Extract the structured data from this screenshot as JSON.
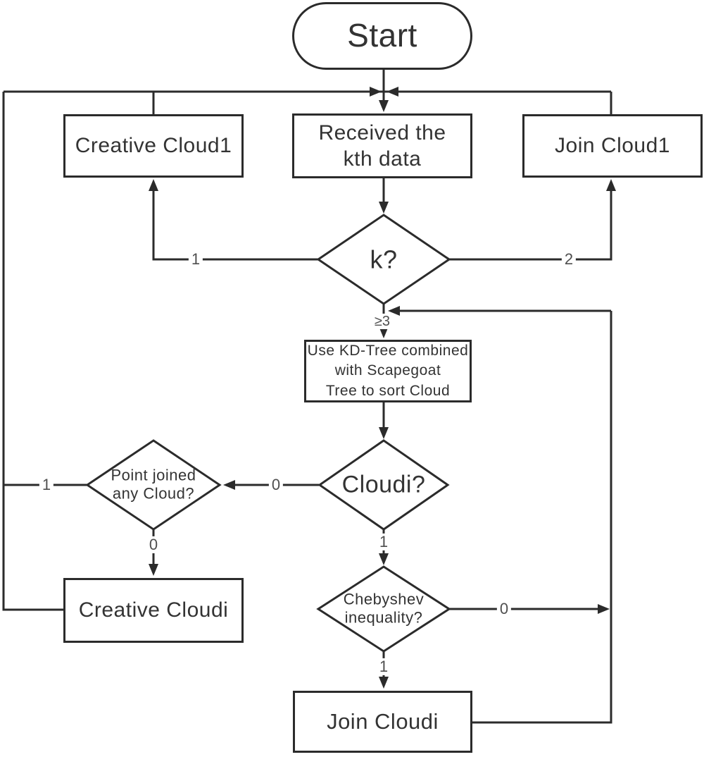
{
  "diagram": {
    "background": "#ffffff",
    "line_color": "#2b2b2b",
    "text_color": "#333333",
    "edge_label_color": "#4f4f4f",
    "nodes": {
      "start": {
        "type": "terminator",
        "label": "Start"
      },
      "creative_cloud1": {
        "type": "process",
        "label": "Creative Cloud1"
      },
      "received_kth": {
        "type": "process",
        "lines": [
          "Received the",
          "kth data"
        ]
      },
      "join_cloud1": {
        "type": "process",
        "label": "Join Cloud1"
      },
      "k_decision": {
        "type": "decision",
        "label": "k?"
      },
      "kd_tree": {
        "type": "process",
        "lines": [
          "Use KD-Tree combined",
          "with Scapegoat",
          "Tree to sort Cloud"
        ]
      },
      "cloudi_decision": {
        "type": "decision",
        "label": "Cloudi?"
      },
      "point_joined": {
        "type": "decision",
        "lines": [
          "Point joined",
          "any Cloud?"
        ]
      },
      "creative_cloudi": {
        "type": "process",
        "label": "Creative Cloudi"
      },
      "chebyshev": {
        "type": "decision",
        "lines": [
          "Chebyshev",
          "inequality?"
        ]
      },
      "join_cloudi": {
        "type": "process",
        "label": "Join Cloudi"
      }
    },
    "edge_labels": {
      "k_is_1": "1",
      "k_is_2": "2",
      "k_ge_3": "≥3",
      "cloudi_no": "0",
      "cloudi_yes": "1",
      "point_joined_yes": "1",
      "point_joined_no": "0",
      "chebyshev_no": "0",
      "chebyshev_yes": "1"
    }
  }
}
